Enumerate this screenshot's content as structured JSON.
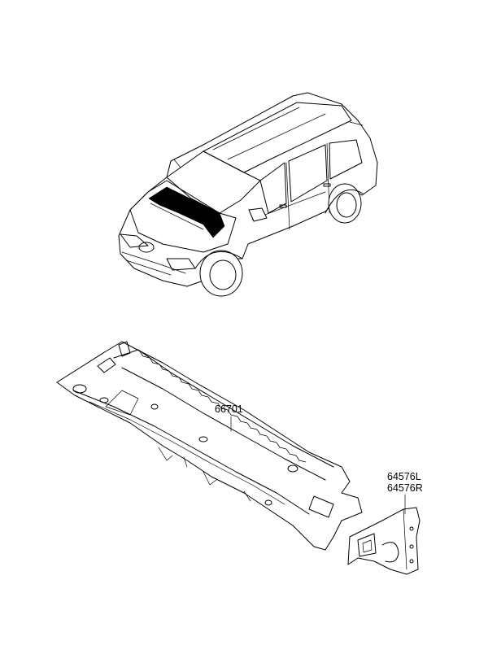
{
  "parts": [
    {
      "number": "66701"
    },
    {
      "number": "64576L"
    },
    {
      "number": "64576R"
    }
  ],
  "colors": {
    "line": "#000000",
    "background": "#ffffff"
  }
}
